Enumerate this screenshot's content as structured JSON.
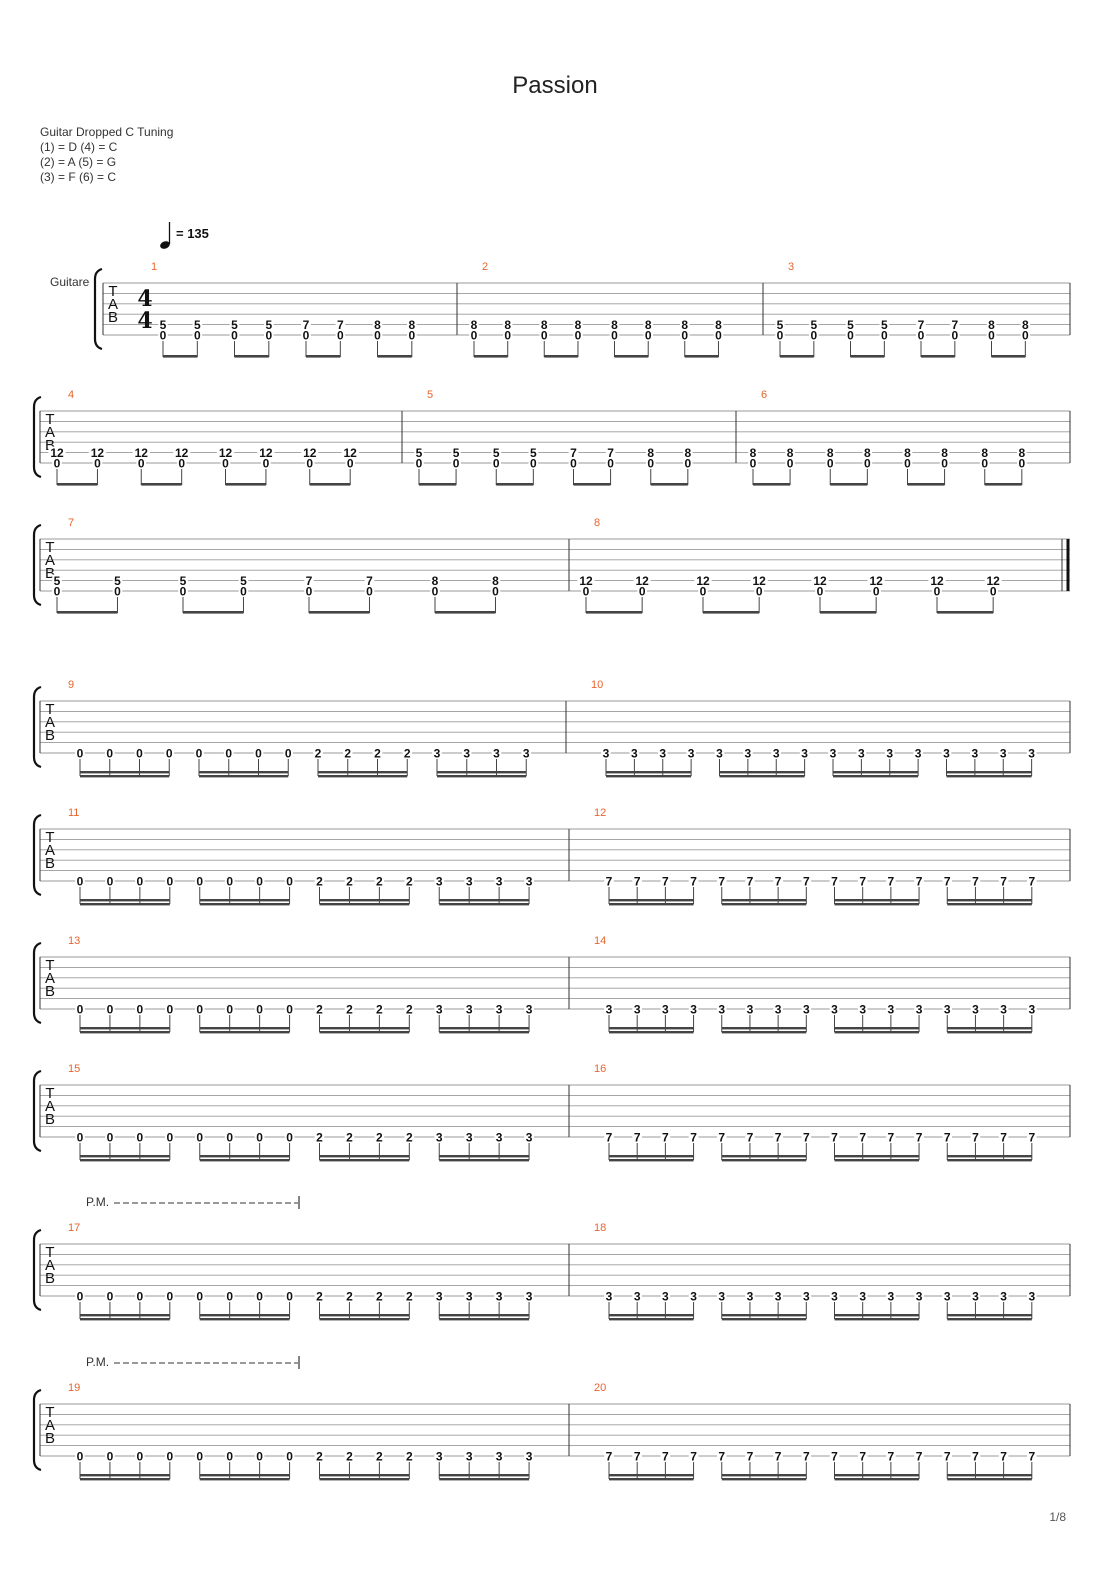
{
  "song": {
    "title": "Passion"
  },
  "track": {
    "name": "Guitare",
    "tuning_label": "Guitar Dropped C Tuning",
    "tuning_lines": [
      "(1) = D (4) = C",
      "(2) = A (5) = G",
      "(3) = F (6) = C"
    ]
  },
  "tempo": {
    "value": "135",
    "label": "= 135"
  },
  "time_signature": {
    "top": "4",
    "bottom": "4"
  },
  "tab_clef": [
    "T",
    "A",
    "B"
  ],
  "page": {
    "number": "1/8"
  },
  "colors": {
    "measure_number": "#e8642c",
    "staff_line": "#9a9a9a",
    "text": "#222222"
  },
  "palm_mute_label": "P.M.",
  "systems": [
    {
      "measures": [
        {
          "number": "1",
          "eighths": [
            [
              5,
              0
            ],
            [
              5,
              0
            ],
            [
              5,
              0
            ],
            [
              5,
              0
            ],
            [
              7,
              0
            ],
            [
              7,
              0
            ],
            [
              8,
              0
            ],
            [
              8,
              0
            ]
          ]
        },
        {
          "number": "2",
          "eighths": [
            [
              8,
              0
            ],
            [
              8,
              0
            ],
            [
              8,
              0
            ],
            [
              8,
              0
            ],
            [
              8,
              0
            ],
            [
              8,
              0
            ],
            [
              8,
              0
            ],
            [
              8,
              0
            ]
          ]
        },
        {
          "number": "3",
          "eighths": [
            [
              5,
              0
            ],
            [
              5,
              0
            ],
            [
              5,
              0
            ],
            [
              5,
              0
            ],
            [
              7,
              0
            ],
            [
              7,
              0
            ],
            [
              8,
              0
            ],
            [
              8,
              0
            ]
          ]
        }
      ]
    },
    {
      "measures": [
        {
          "number": "4",
          "eighths": [
            [
              12,
              0
            ],
            [
              12,
              0
            ],
            [
              12,
              0
            ],
            [
              12,
              0
            ],
            [
              12,
              0
            ],
            [
              12,
              0
            ],
            [
              12,
              0
            ],
            [
              12,
              0
            ]
          ]
        },
        {
          "number": "5",
          "eighths": [
            [
              5,
              0
            ],
            [
              5,
              0
            ],
            [
              5,
              0
            ],
            [
              5,
              0
            ],
            [
              7,
              0
            ],
            [
              7,
              0
            ],
            [
              8,
              0
            ],
            [
              8,
              0
            ]
          ]
        },
        {
          "number": "6",
          "eighths": [
            [
              8,
              0
            ],
            [
              8,
              0
            ],
            [
              8,
              0
            ],
            [
              8,
              0
            ],
            [
              8,
              0
            ],
            [
              8,
              0
            ],
            [
              8,
              0
            ],
            [
              8,
              0
            ]
          ]
        }
      ]
    },
    {
      "measures": [
        {
          "number": "7",
          "eighths": [
            [
              5,
              0
            ],
            [
              5,
              0
            ],
            [
              5,
              0
            ],
            [
              5,
              0
            ],
            [
              7,
              0
            ],
            [
              7,
              0
            ],
            [
              8,
              0
            ],
            [
              8,
              0
            ]
          ]
        },
        {
          "number": "8",
          "eighths": [
            [
              12,
              0
            ],
            [
              12,
              0
            ],
            [
              12,
              0
            ],
            [
              12,
              0
            ],
            [
              12,
              0
            ],
            [
              12,
              0
            ],
            [
              12,
              0
            ],
            [
              12,
              0
            ]
          ]
        }
      ],
      "final_barline": true
    },
    {
      "measures": [
        {
          "number": "9",
          "sixteenths": [
            0,
            0,
            0,
            0,
            0,
            0,
            0,
            0,
            2,
            2,
            2,
            2,
            3,
            3,
            3,
            3
          ]
        },
        {
          "number": "10",
          "sixteenths": [
            3,
            3,
            3,
            3,
            3,
            3,
            3,
            3,
            3,
            3,
            3,
            3,
            3,
            3,
            3,
            3
          ]
        }
      ]
    },
    {
      "measures": [
        {
          "number": "11",
          "sixteenths": [
            0,
            0,
            0,
            0,
            0,
            0,
            0,
            0,
            2,
            2,
            2,
            2,
            3,
            3,
            3,
            3
          ]
        },
        {
          "number": "12",
          "sixteenths": [
            7,
            7,
            7,
            7,
            7,
            7,
            7,
            7,
            7,
            7,
            7,
            7,
            7,
            7,
            7,
            7
          ]
        }
      ]
    },
    {
      "measures": [
        {
          "number": "13",
          "sixteenths": [
            0,
            0,
            0,
            0,
            0,
            0,
            0,
            0,
            2,
            2,
            2,
            2,
            3,
            3,
            3,
            3
          ]
        },
        {
          "number": "14",
          "sixteenths": [
            3,
            3,
            3,
            3,
            3,
            3,
            3,
            3,
            3,
            3,
            3,
            3,
            3,
            3,
            3,
            3
          ]
        }
      ]
    },
    {
      "measures": [
        {
          "number": "15",
          "sixteenths": [
            0,
            0,
            0,
            0,
            0,
            0,
            0,
            0,
            2,
            2,
            2,
            2,
            3,
            3,
            3,
            3
          ]
        },
        {
          "number": "16",
          "sixteenths": [
            7,
            7,
            7,
            7,
            7,
            7,
            7,
            7,
            7,
            7,
            7,
            7,
            7,
            7,
            7,
            7
          ]
        }
      ]
    },
    {
      "measures": [
        {
          "number": "17",
          "sixteenths": [
            0,
            0,
            0,
            0,
            0,
            0,
            0,
            0,
            2,
            2,
            2,
            2,
            3,
            3,
            3,
            3
          ]
        },
        {
          "number": "18",
          "sixteenths": [
            3,
            3,
            3,
            3,
            3,
            3,
            3,
            3,
            3,
            3,
            3,
            3,
            3,
            3,
            3,
            3
          ]
        }
      ],
      "palm_mute": true
    },
    {
      "measures": [
        {
          "number": "19",
          "sixteenths": [
            0,
            0,
            0,
            0,
            0,
            0,
            0,
            0,
            2,
            2,
            2,
            2,
            3,
            3,
            3,
            3
          ]
        },
        {
          "number": "20",
          "sixteenths": [
            7,
            7,
            7,
            7,
            7,
            7,
            7,
            7,
            7,
            7,
            7,
            7,
            7,
            7,
            7,
            7
          ]
        }
      ],
      "palm_mute": true
    }
  ]
}
